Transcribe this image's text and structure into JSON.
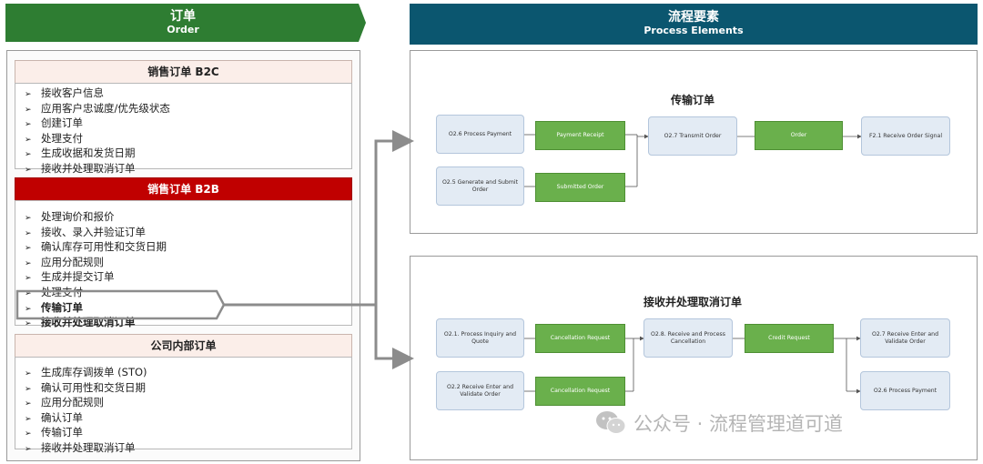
{
  "left_header": {
    "title_cn": "订单",
    "title_en": "Order"
  },
  "right_header": {
    "title_cn": "流程要素",
    "title_en": "Process Elements"
  },
  "b2c": {
    "title": "销售订单 B2C",
    "items": [
      "接收客户信息",
      "应用客户忠诚度/优先级状态",
      "创建订单",
      "处理支付",
      "生成收据和发货日期",
      "接收并处理取消订单"
    ]
  },
  "b2b": {
    "title": "销售订单 B2B",
    "items": [
      "处理询价和报价",
      "接收、录入并验证订单",
      "确认库存可用性和交货日期",
      "应用分配规则",
      "生成并提交订单",
      "处理支付",
      "传输订单",
      "接收并处理取消订单"
    ]
  },
  "intercompany": {
    "title": "公司内部订单",
    "items": [
      "生成库存调拨单 (STO)",
      "确认可用性和交货日期",
      "应用分配规则",
      "确认订单",
      "传输订单",
      "接收并处理取消订单"
    ]
  },
  "arrow_glyph": "➢",
  "panel1": {
    "title": "传输订单",
    "nodes": {
      "p026": "O2.6 Process Payment",
      "p025": "O2.5 Generate and Submit Order",
      "d_payment_receipt": "Payment Receipt",
      "d_submitted_order": "Submitted Order",
      "p027": "O2.7 Transmit Order",
      "d_order": "Order",
      "f21": "F2.1 Receive Order Signal"
    }
  },
  "panel2": {
    "title": "接收并处理取消订单",
    "nodes": {
      "p021": "O2.1. Process Inquiry and Quote",
      "p022": "O2.2 Receive Enter and Validate Order",
      "d_cancel1": "Cancellation Request",
      "d_cancel2": "Cancellation Request",
      "p028": "O2.8. Receive and Process Cancellation",
      "d_credit": "Credit Request",
      "p027b": "O2.7 Receive Enter and Validate Order",
      "p026b": "O2.6 Process Payment"
    }
  },
  "watermark": "公众号 · 流程管理道可道",
  "colors": {
    "order_header": "#2e7d32",
    "process_header": "#0b566f",
    "b2b_red": "#c00000",
    "data_green": "#6ab04c",
    "process_blue": "#e3ebf4"
  }
}
